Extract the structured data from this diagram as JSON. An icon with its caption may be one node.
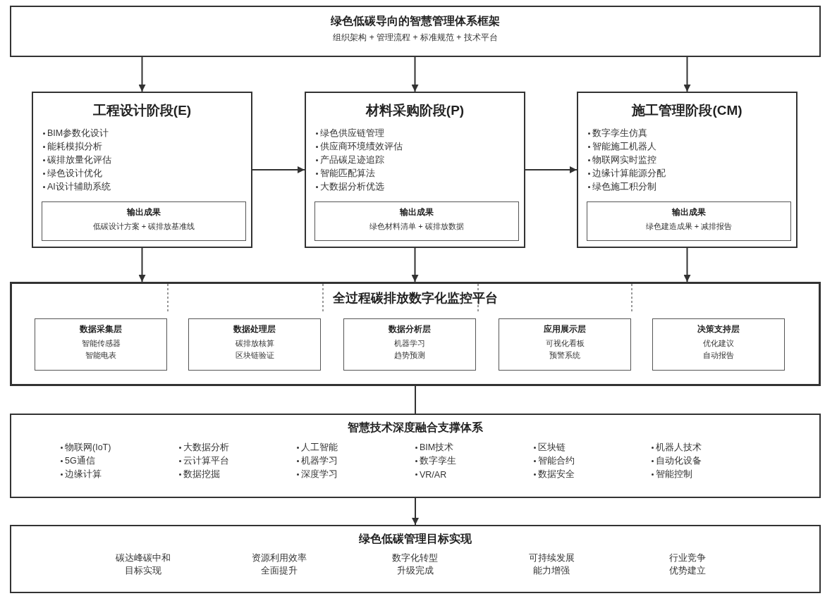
{
  "diagram": {
    "nodes": [
      {
        "text": [
          "绿色低碳导向的智慧管理体系框架",
          "组织架构 + 管理流程 + 标准规范 + 技术平台"
        ]
      },
      {
        "text": [
          "工程设计阶段(E)",
          "BIM参数化设计",
          "能耗模拟分析",
          "碳排放量化评估",
          "绿色设计优化",
          "AI设计辅助系统"
        ]
      },
      {
        "text": [
          "输出成果",
          "低碳设计方案 + 碳排放基准线"
        ],
        "in": 1
      },
      {
        "text": [
          "材料采购阶段(P)",
          "绿色供应链管理",
          "供应商环境绩效评估",
          "产品碳足迹追踪",
          "智能匹配算法",
          "大数据分析优选"
        ]
      },
      {
        "text": [
          "输出成果",
          "绿色材料清单 + 碳排放数据"
        ],
        "in": 3
      },
      {
        "text": [
          "施工管理阶段(CM)",
          "数字孪生仿真",
          "智能施工机器人",
          "物联网实时监控",
          "边缘计算能源分配",
          "绿色施工积分制"
        ]
      },
      {
        "text": [
          "输出成果",
          "绿色建造成果 + 减排报告"
        ],
        "in": 5
      },
      {
        "text": [
          "全过程碳排放数字化监控平台"
        ]
      },
      {
        "text": [
          "数据采集层",
          "智能传感器",
          "智能电表"
        ],
        "in": 7
      },
      {
        "text": [
          "数据处理层",
          "碳排放核算",
          "区块链验证"
        ],
        "in": 7
      },
      {
        "text": [
          "数据分析层",
          "机器学习",
          "趋势预测"
        ],
        "in": 7
      },
      {
        "text": [
          "应用展示层",
          "可视化看板",
          "预警系统"
        ],
        "in": 7
      },
      {
        "text": [
          "决策支持层",
          "优化建议",
          "自动报告"
        ],
        "in": 7
      },
      {
        "text": [
          "智慧技术深度融合支撑体系",
          "物联网(IoT)",
          "5G通信",
          "边缘计算",
          "大数据分析",
          "云计算平台",
          "数据挖掘",
          "人工智能",
          "机器学习",
          "深度学习",
          "BIM技术",
          "数字孪生",
          "VR/AR",
          "区块链",
          "智能合约",
          "数据安全",
          "机器人技术",
          "自动化设备",
          "智能控制"
        ]
      },
      {
        "text": [
          "绿色低碳管理目标实现",
          "碳达峰碳中和",
          "目标实现",
          "资源利用效率",
          "全面提升",
          "数字化转型",
          "升级完成",
          "可持续发展",
          "能力增强",
          "行业竞争",
          "优势建立"
        ]
      }
    ],
    "edges": [
      {
        "from": 0,
        "to": 1,
        "arrow": "to"
      },
      {
        "from": 0,
        "to": 3,
        "arrow": "to"
      },
      {
        "from": 0,
        "to": 5,
        "arrow": "to"
      },
      {
        "from": 1,
        "to": 3,
        "arrow": "to"
      },
      {
        "from": 3,
        "to": 5,
        "arrow": "to"
      },
      {
        "from": 1,
        "to": 7,
        "arrow": "to"
      },
      {
        "from": 3,
        "to": 7,
        "arrow": "to"
      },
      {
        "from": 5,
        "to": 7,
        "arrow": "to"
      },
      {
        "from": 7,
        "to": 13,
        "arrow": "none"
      },
      {
        "from": 13,
        "to": 14,
        "arrow": "to"
      }
    ]
  }
}
